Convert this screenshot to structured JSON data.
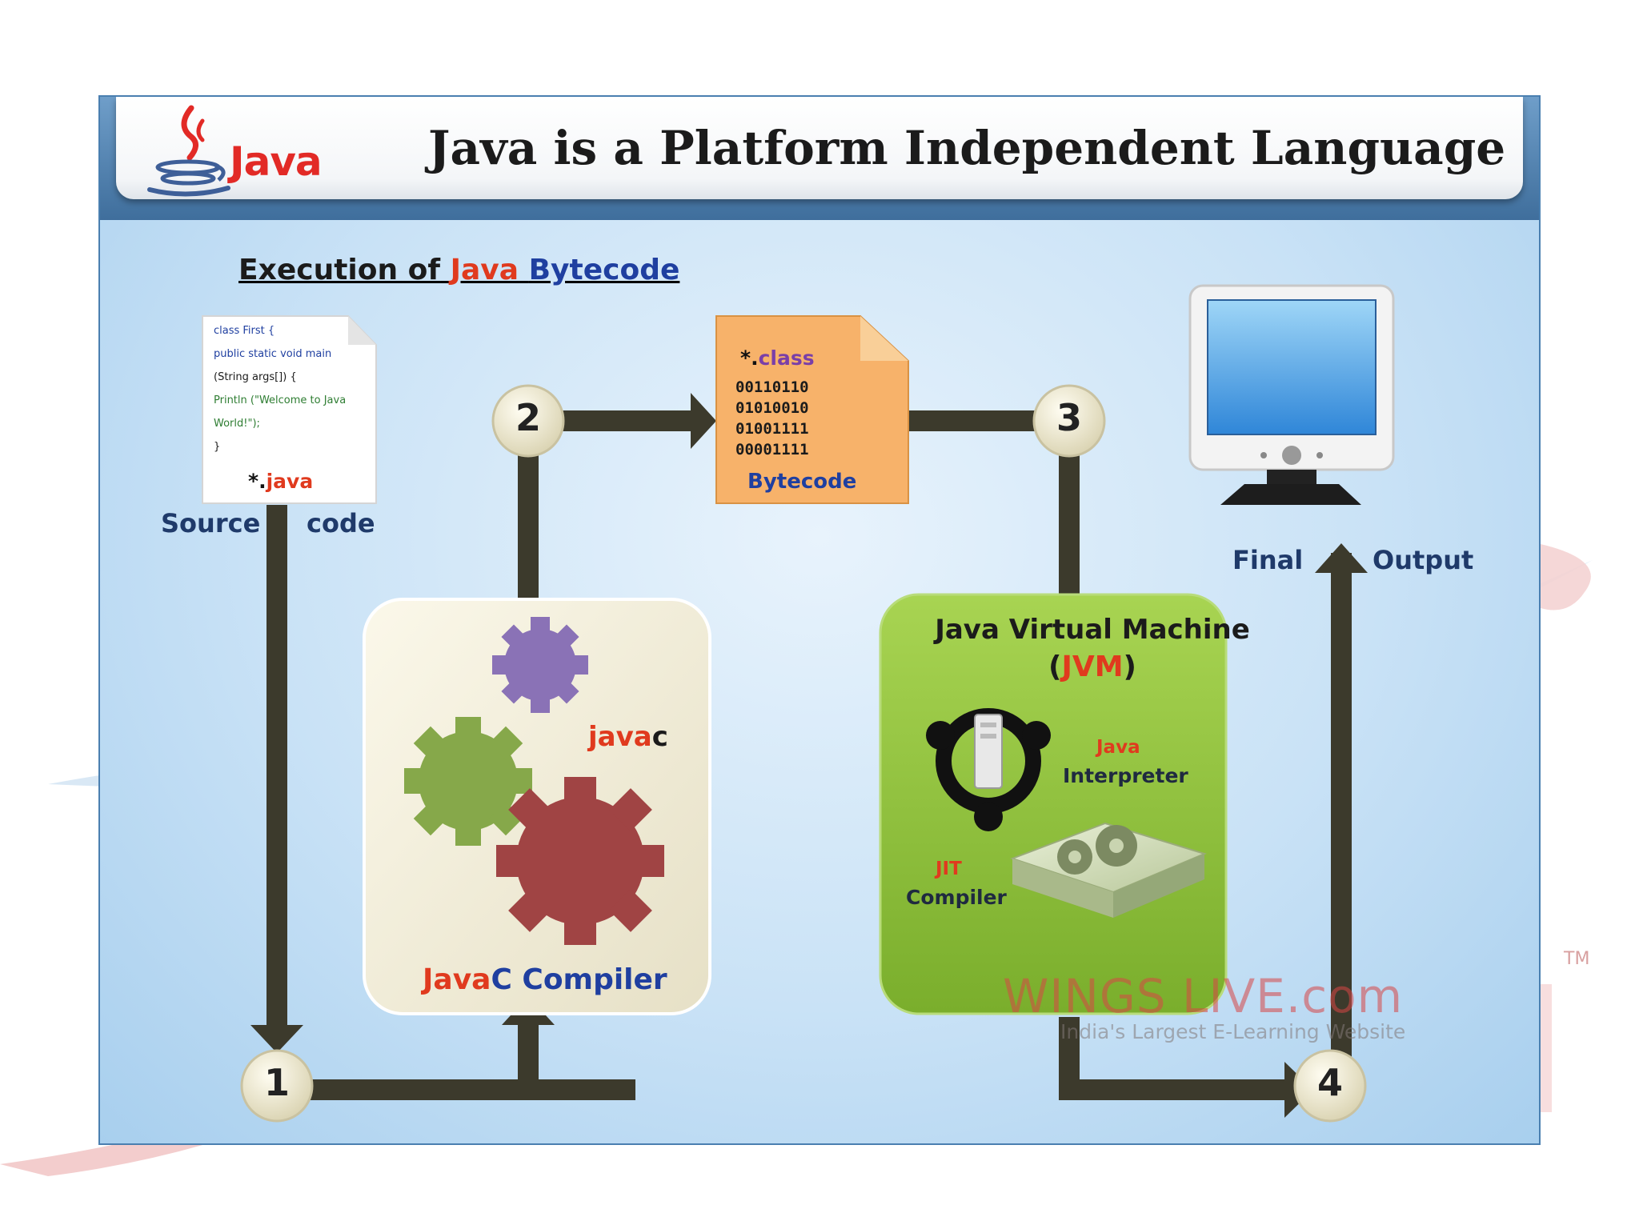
{
  "header": {
    "logo_text": "Java",
    "title": "Java is a Platform Independent Language"
  },
  "subtitle": {
    "part1": "Execution of",
    "part2": "Java",
    "part3": "Bytecode"
  },
  "source_doc": {
    "code_lines": [
      "class First {",
      "public static void main",
      "(String args[]) {",
      "Println (\"Welcome to Java",
      "World!\");",
      "}"
    ],
    "ext_star": "*.",
    "ext": "java",
    "label_left": "Source",
    "label_right": "code"
  },
  "bytecode_doc": {
    "ext_star": "*.",
    "ext": "class",
    "bits": [
      "00110110",
      "01010010",
      "01001111",
      "00001111"
    ],
    "label": "Bytecode"
  },
  "steps": [
    "1",
    "2",
    "3",
    "4"
  ],
  "compiler": {
    "gear_label_a": "java",
    "gear_label_b": "c",
    "name_a": "Java",
    "name_b": "C Compiler"
  },
  "jvm": {
    "title": "Java Virtual Machine",
    "abbr_open": "(",
    "abbr": "JVM",
    "abbr_close": ")",
    "interpreter_a": "Java",
    "interpreter_b": "Interpreter",
    "jit_a": "JIT",
    "jit_b": "Compiler"
  },
  "output": {
    "label_left": "Final",
    "label_right": "Output"
  },
  "watermark": {
    "main": "WINGS LIVE.com",
    "sub": "India's Largest E-Learning Website",
    "tm": "TM"
  },
  "colors": {
    "arrow": "#3c3a2c",
    "accent_red": "#e03a1e",
    "accent_blue": "#1f3fa0",
    "jvm_green": "#8fbf3a",
    "bytecode_orange": "#f7b26a"
  }
}
